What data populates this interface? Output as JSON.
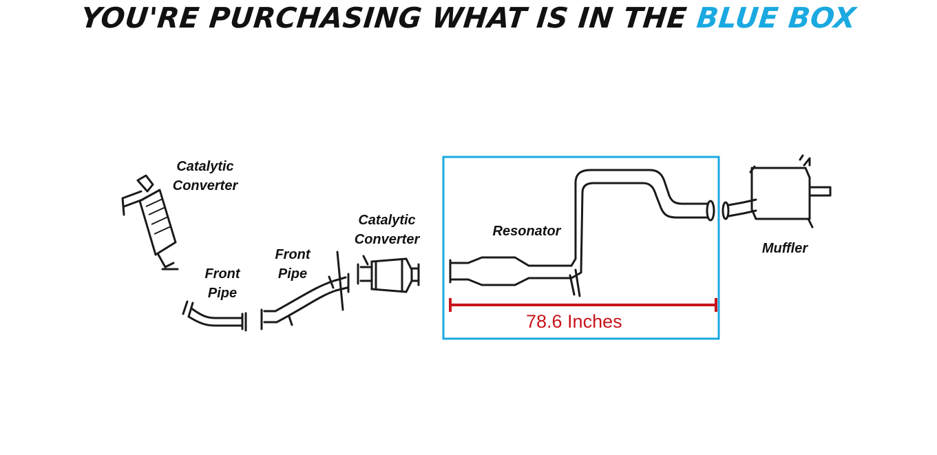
{
  "header": {
    "text_dark": "YOU'RE PURCHASING WHAT IS IN THE",
    "text_accent": "BLUE BOX"
  },
  "labels": {
    "cat_converter_1_line1": "Catalytic",
    "cat_converter_1_line2": "Converter",
    "front_pipe_1_line1": "Front",
    "front_pipe_1_line2": "Pipe",
    "front_pipe_2_line1": "Front",
    "front_pipe_2_line2": "Pipe",
    "cat_converter_2_line1": "Catalytic",
    "cat_converter_2_line2": "Converter",
    "resonator": "Resonator",
    "muffler": "Muffler"
  },
  "measurement": {
    "text": "78.6 Inches"
  },
  "colors": {
    "accent_blue": "#1aa9e0",
    "dimension_red": "#c8141b",
    "ink": "#1a1a1a"
  }
}
